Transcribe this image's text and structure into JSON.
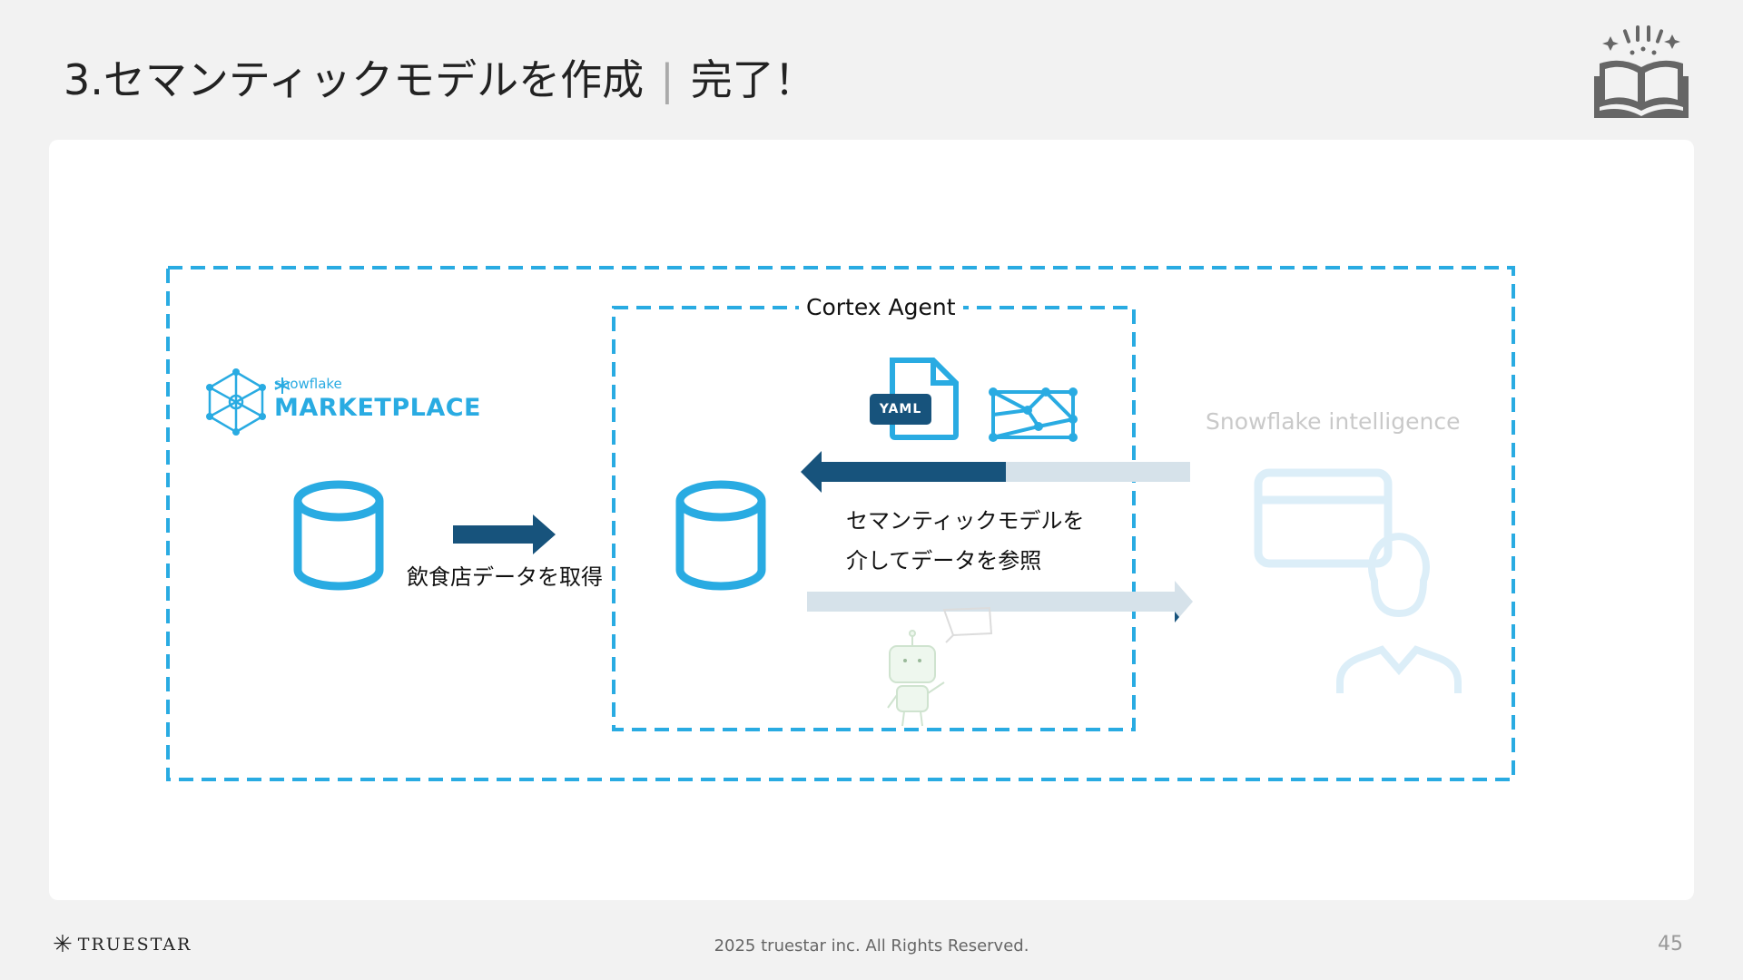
{
  "slide": {
    "title_main": "3.セマンティックモデルを作成",
    "title_sep": "|",
    "title_status": "完了！",
    "page_number": "45"
  },
  "diagram": {
    "cortex_agent_label": "Cortex Agent",
    "snowflake_intelligence_label": "Snowflake intelligence",
    "marketplace_brand": "snowflake",
    "marketplace_title": "MARKETPLACE",
    "acquire_label": "飲食店データを取得",
    "semantic_line1": "セマンティックモデルを",
    "semantic_line2": "介してデータを参照",
    "yaml_tag": "YAML"
  },
  "footer": {
    "brand": "TRUESTAR",
    "copyright": "2025 truestar inc. All Rights Reserved."
  },
  "colors": {
    "accent_blue": "#29abe2",
    "dark_navy": "#17537c",
    "pale_gray_arrow": "#d6e2ea",
    "faded_icon": "#dceef8"
  }
}
